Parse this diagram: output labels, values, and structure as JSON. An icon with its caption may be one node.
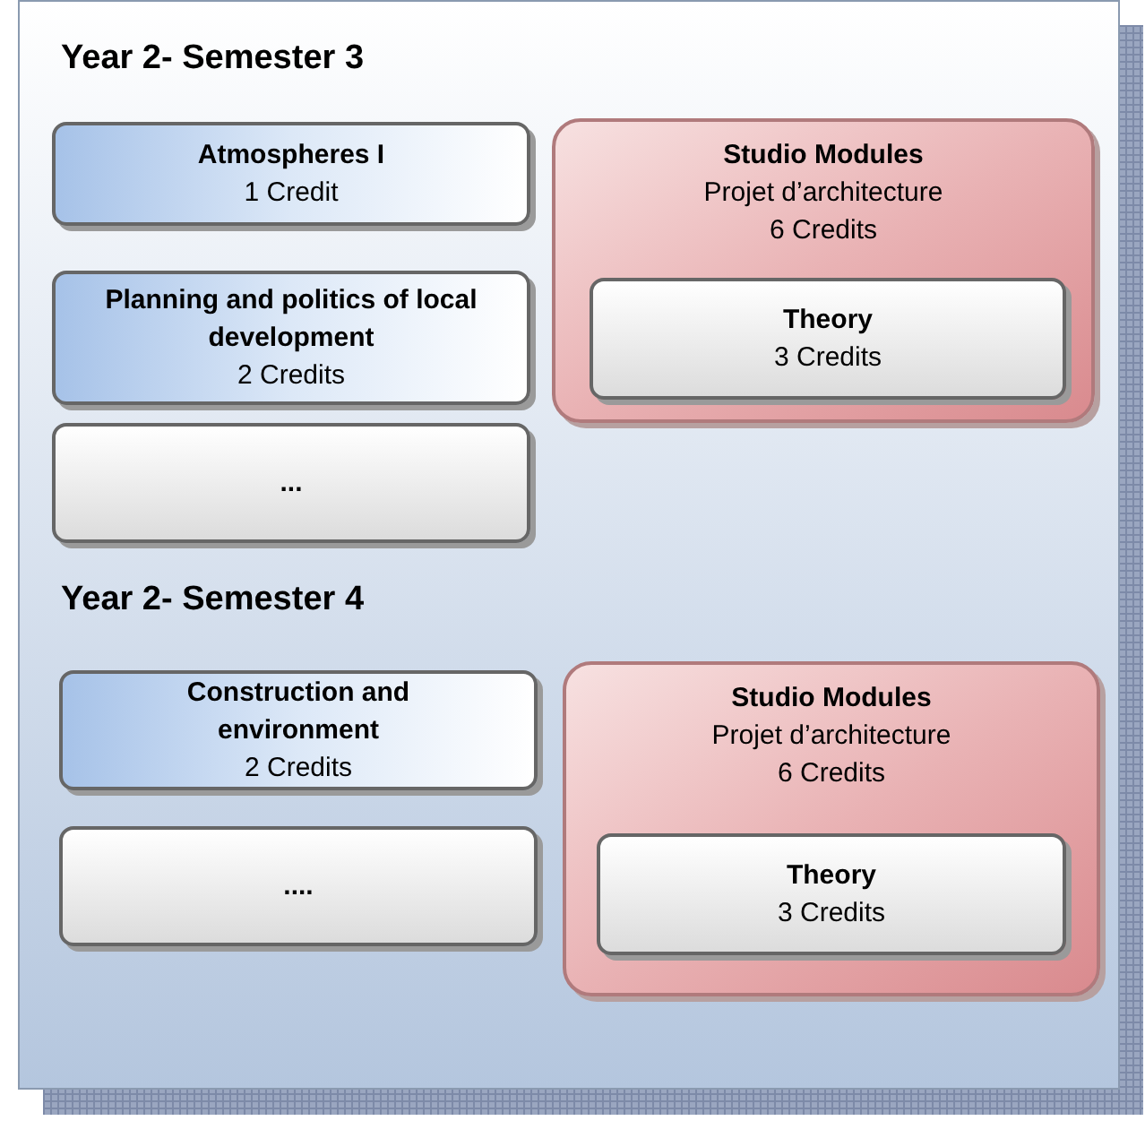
{
  "diagram": {
    "nodes": [
      {
        "text": [],
        "shape": "box"
      },
      {
        "text": [
          "Atmospheres I",
          "1 Credit"
        ],
        "in": 0
      },
      {
        "text": [
          "Planning and politics of local development",
          "2 Credits"
        ],
        "in": 0
      },
      {
        "text": [
          "..."
        ],
        "in": 0
      },
      {
        "text": [
          "Studio Modules",
          "Projet d’architecture",
          "6 Credits"
        ],
        "in": 0
      },
      {
        "text": [
          "Theory",
          "3 Credits"
        ],
        "in": 4
      },
      {
        "text": [
          "Construction and environment",
          "2 Credits"
        ],
        "in": 0
      },
      {
        "text": [
          "...."
        ],
        "in": 0
      },
      {
        "text": [
          "Studio Modules",
          "Projet d’architecture",
          "6 Credits"
        ],
        "in": 0
      },
      {
        "text": [
          "Theory",
          "3 Credits"
        ],
        "in": 8
      }
    ],
    "labels": [
      "Year 2- Semester 3",
      "Year 2- Semester 4"
    ]
  }
}
